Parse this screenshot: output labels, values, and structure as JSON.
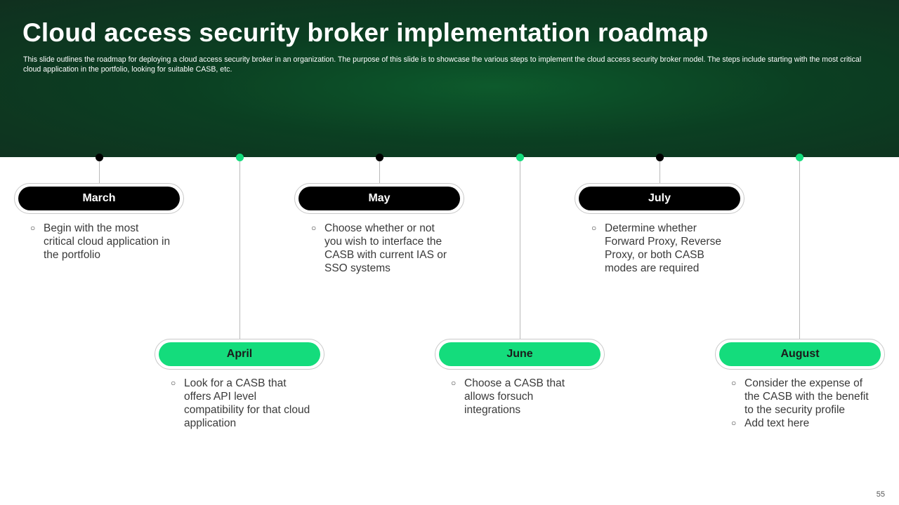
{
  "slide": {
    "title": "Cloud access security broker implementation roadmap",
    "subtitle": "This slide outlines the roadmap for deploying a cloud access security broker in an organization. The purpose of this slide is to showcase the various steps to implement the cloud access security broker model. The steps include starting with the most critical cloud application in the portfolio, looking for suitable CASB, etc.",
    "page_number": "55"
  },
  "colors": {
    "header_bg": "#0b3f22",
    "accent_green": "#14dc7c",
    "dark": "#000000"
  },
  "milestones": [
    {
      "month": "March",
      "style": "dark",
      "points": [
        "Begin with the most critical cloud application in the portfolio"
      ]
    },
    {
      "month": "April",
      "style": "green",
      "points": [
        "Look for a CASB that offers API level compatibility for that cloud application"
      ]
    },
    {
      "month": "May",
      "style": "dark",
      "points": [
        "Choose whether or not you wish to interface the CASB with current IAS or SSO systems"
      ]
    },
    {
      "month": "June",
      "style": "green",
      "points": [
        "Choose a CASB that allows forsuch integrations"
      ]
    },
    {
      "month": "July",
      "style": "dark",
      "points": [
        "Determine whether Forward Proxy, Reverse Proxy, or both CASB modes are required"
      ]
    },
    {
      "month": "August",
      "style": "green",
      "points": [
        "Consider the expense of the CASB with the benefit to the security profile",
        "Add text here"
      ]
    }
  ],
  "bullet_icon": "hollow-circle-bullet-icon"
}
